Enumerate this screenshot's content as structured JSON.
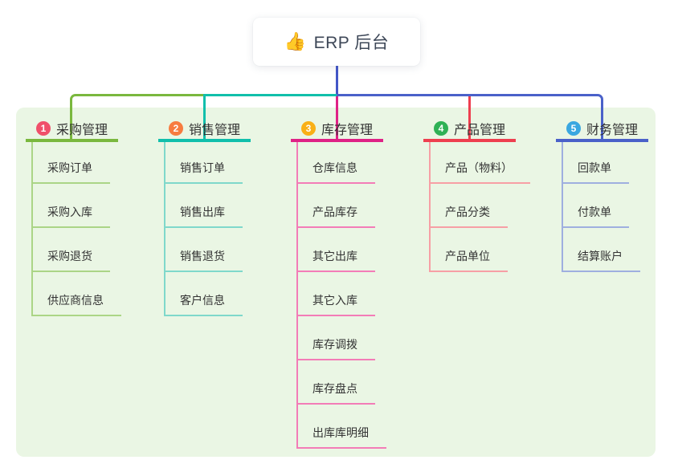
{
  "root": {
    "icon": "👍",
    "label": "ERP 后台"
  },
  "colors": {
    "page_bg": "#ffffff",
    "panel_bg": "#eaf6e4",
    "root_connector": "#4356c7",
    "text": "#333333",
    "root_text": "#3d4757"
  },
  "branches": [
    {
      "badge": "1",
      "badge_color": "#f0506a",
      "label": "采购管理",
      "color": "#7ab83e",
      "light_color": "#abd586",
      "children": [
        "采购订单",
        "采购入库",
        "采购退货",
        "供应商信息"
      ]
    },
    {
      "badge": "2",
      "badge_color": "#f77c40",
      "label": "销售管理",
      "color": "#11bfab",
      "light_color": "#7fd8cb",
      "children": [
        "销售订单",
        "销售出库",
        "销售退货",
        "客户信息"
      ]
    },
    {
      "badge": "3",
      "badge_color": "#f9b017",
      "label": "库存管理",
      "color": "#df2286",
      "light_color": "#f37cb7",
      "children": [
        "仓库信息",
        "产品库存",
        "其它出库",
        "其它入库",
        "库存调拨",
        "库存盘点",
        "出库库明细"
      ]
    },
    {
      "badge": "4",
      "badge_color": "#2fb155",
      "label": "产品管理",
      "color": "#ee3f4f",
      "light_color": "#f79fa5",
      "children": [
        "产品（物料）",
        "产品分类",
        "产品单位"
      ]
    },
    {
      "badge": "5",
      "badge_color": "#3aa7e0",
      "label": "财务管理",
      "color": "#4a61c9",
      "light_color": "#9fafdf",
      "children": [
        "回款单",
        "付款单",
        "结算账户"
      ]
    }
  ]
}
